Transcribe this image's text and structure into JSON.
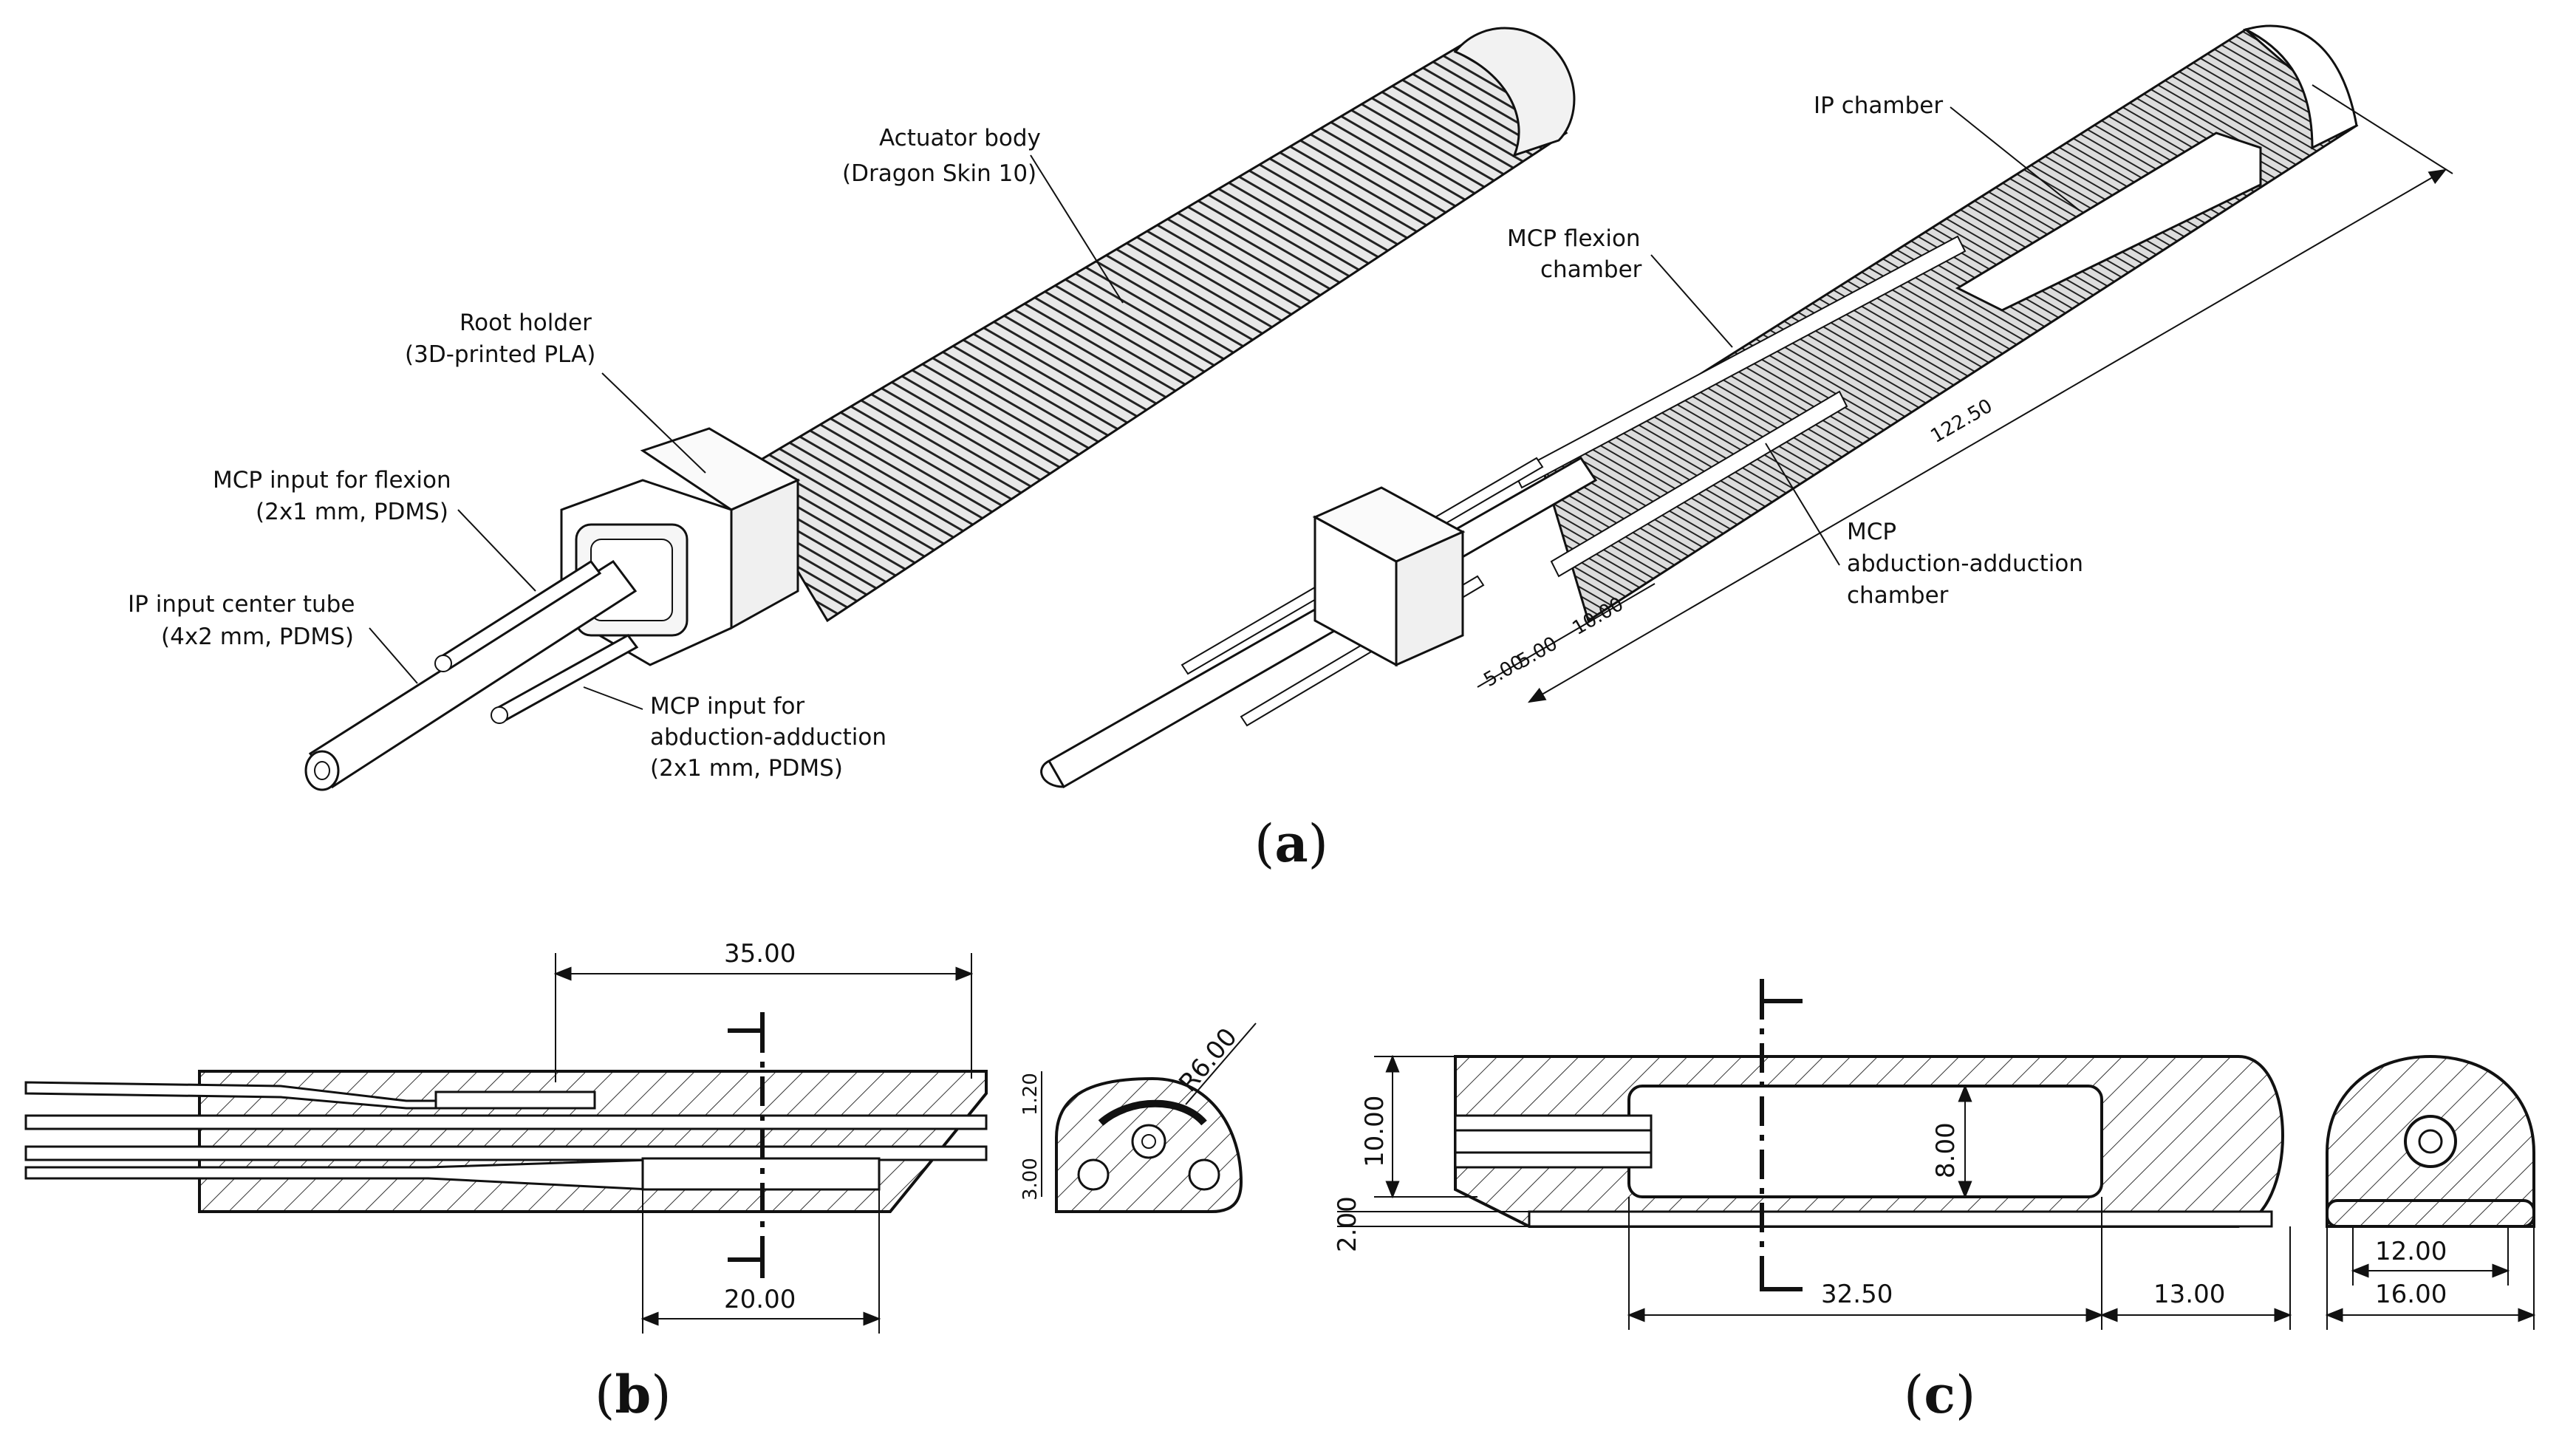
{
  "figure": {
    "panel_a": {
      "caption_open": "(",
      "caption_letter": "a",
      "caption_close": ")",
      "callouts": {
        "actuator_body_line1": "Actuator body",
        "actuator_body_line2": "(Dragon Skin 10)",
        "root_holder_line1": "Root holder",
        "root_holder_line2": "(3D-printed PLA)",
        "mcp_flexion_input_line1": "MCP input for flexion",
        "mcp_flexion_input_line2": "(2x1 mm, PDMS)",
        "ip_input_line1": "IP input center tube",
        "ip_input_line2": "(4x2 mm, PDMS)",
        "mcp_abd_input_line1": "MCP input for",
        "mcp_abd_input_line2": "abduction-adduction",
        "mcp_abd_input_line3": "(2x1 mm, PDMS)",
        "ip_chamber": "IP chamber",
        "mcp_flexion_chamber_line1": "MCP flexion",
        "mcp_flexion_chamber_line2": "chamber",
        "mcp_abd_chamber_line1": "MCP",
        "mcp_abd_chamber_line2": "abduction-adduction",
        "mcp_abd_chamber_line3": "chamber"
      },
      "dimensions": {
        "length": "122.50",
        "d1": "5.00",
        "d2": "5.00",
        "d3": "10.00"
      }
    },
    "panel_b": {
      "caption_open": "(",
      "caption_letter": "b",
      "caption_close": ")",
      "dimensions": {
        "top": "35.00",
        "bottom": "20.00",
        "radius": "R6.00",
        "v1": "1.20",
        "v2": "3.00"
      }
    },
    "panel_c": {
      "caption_open": "(",
      "caption_letter": "c",
      "caption_close": ")",
      "dimensions": {
        "height": "10.00",
        "base": "2.00",
        "inner_height": "8.00",
        "chamber_length": "32.50",
        "tip_length": "13.00",
        "inner_width": "12.00",
        "outer_width": "16.00"
      }
    }
  }
}
